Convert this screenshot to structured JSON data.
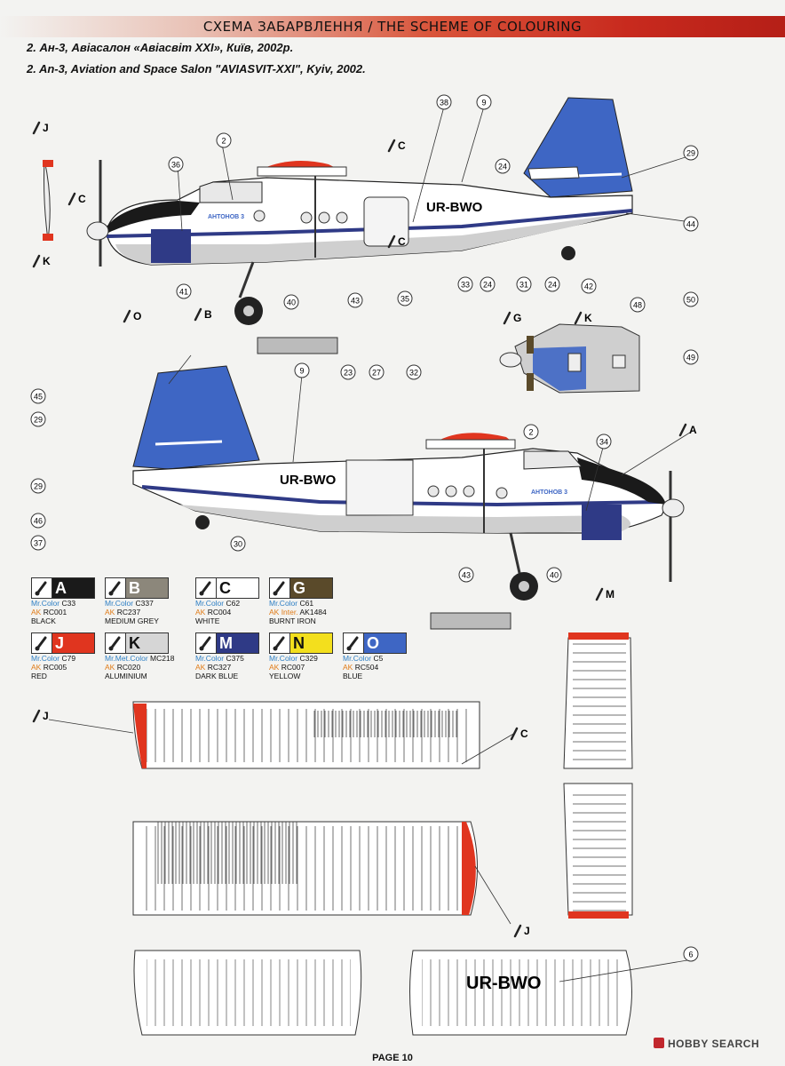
{
  "header": {
    "title": "СХЕМА ЗАБАРВЛЕННЯ / THE SCHEME OF COLOURING",
    "subtitle_ua": "2. Ан-3, Авіасалон «Авіасвіт XXI», Київ, 2002р.",
    "subtitle_en": "2. An-3, Aviation and Space Salon \"AVIASVIT-XXI\", Kyiv, 2002."
  },
  "aircraft": {
    "registration": "UR-BWO",
    "fuselage_text": "АНТОНОВ 3"
  },
  "callouts": {
    "top_side": [
      "38",
      "9",
      "2",
      "36",
      "24",
      "29",
      "44",
      "33",
      "24",
      "31",
      "24",
      "42",
      "41",
      "40",
      "35",
      "43"
    ],
    "bottom_view": [
      "48",
      "50",
      "49"
    ],
    "left_side": [
      "45",
      "9",
      "23",
      "27",
      "32",
      "2",
      "34",
      "29",
      "29",
      "46",
      "37",
      "30",
      "40",
      "43"
    ],
    "wing": [
      "6"
    ]
  },
  "color_letters": {
    "top": [
      "J",
      "C",
      "K",
      "C",
      "B",
      "C",
      "G",
      "K"
    ],
    "left": [
      "O",
      "A",
      "M"
    ],
    "wings": [
      "J",
      "C",
      "J"
    ]
  },
  "colors": [
    {
      "letter": "A",
      "mr_label": "Mr.Color",
      "mr": "C33",
      "ak": "RC001",
      "ak_label": "AK",
      "name": "BLACK",
      "hex": "#1a1a1a",
      "text": "#ffffff",
      "icon": "brush-icon"
    },
    {
      "letter": "B",
      "mr_label": "Mr.Color",
      "mr": "C337",
      "ak": "RC237",
      "ak_label": "AK",
      "name": "MEDIUM GREY",
      "hex": "#8c877b",
      "text": "#ffffff",
      "icon": "brush-icon"
    },
    {
      "letter": "C",
      "mr_label": "Mr.Color",
      "mr": "C62",
      "ak": "RC004",
      "ak_label": "AK",
      "name": "WHITE",
      "hex": "#ffffff",
      "text": "#111111",
      "icon": "brush-icon"
    },
    {
      "letter": "G",
      "mr_label": "Mr.Color",
      "mr": "C61",
      "ak": "AK1484",
      "ak_label": "AK Inter.",
      "name": "BURNT IRON",
      "hex": "#5a4a2a",
      "text": "#ffffff",
      "icon": "brush-icon"
    },
    {
      "letter": "J",
      "mr_label": "Mr.Color",
      "mr": "C79",
      "ak": "RC005",
      "ak_label": "AK",
      "name": "RED",
      "hex": "#e0351f",
      "text": "#ffffff",
      "icon": "brush-icon"
    },
    {
      "letter": "K",
      "mr_label": "Mr.Met.Color",
      "mr": "MC218",
      "ak": "RC020",
      "ak_label": "AK",
      "name": "ALUMINIUM",
      "hex": "#d6d6d6",
      "text": "#111111",
      "icon": "brush-icon"
    },
    {
      "letter": "M",
      "mr_label": "Mr.Color",
      "mr": "C375",
      "ak": "RC327",
      "ak_label": "AK",
      "name": "DARK BLUE",
      "hex": "#2f3a86",
      "text": "#ffffff",
      "icon": "brush-icon"
    },
    {
      "letter": "N",
      "mr_label": "Mr.Color",
      "mr": "C329",
      "ak": "RC007",
      "ak_label": "AK",
      "name": "YELLOW",
      "hex": "#f3df1d",
      "text": "#111111",
      "icon": "brush-icon"
    },
    {
      "letter": "O",
      "mr_label": "Mr.Color",
      "mr": "C5",
      "ak": "RC504",
      "ak_label": "AK",
      "name": "BLUE",
      "hex": "#3e66c4",
      "text": "#ffffff",
      "icon": "brush-icon"
    }
  ],
  "footer": {
    "page": "PAGE 10",
    "watermark": "HOBBY SEARCH"
  }
}
